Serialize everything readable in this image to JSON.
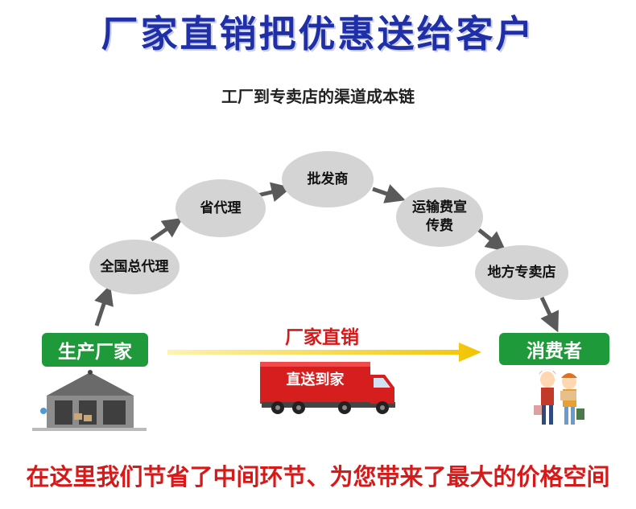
{
  "header": {
    "title": "厂家直销把优惠送给客户",
    "subtitle": "工厂到专卖店的渠道成本链"
  },
  "chain": {
    "start": "生产厂家",
    "nodes": {
      "national_agent": "全国总代理",
      "provincial_agent": "省代理",
      "wholesaler": "批发商",
      "shipping_line1": "运输费宣",
      "shipping_line2": "传费",
      "local_store": "地方专卖店"
    },
    "end": "消费者"
  },
  "direct": {
    "label": "厂家直销",
    "truck_text": "直送到家"
  },
  "footer": {
    "text": "在这里我们节省了中间环节、为您带来了最大的价格空间"
  },
  "colors": {
    "title_blue": "#1e2fa8",
    "node_gray": "#d4d4d4",
    "box_green": "#1e9a3a",
    "accent_red": "#d61a1a",
    "arrow_gray": "#5a5a5a",
    "direct_arrow_yellow": "#f2c400"
  }
}
